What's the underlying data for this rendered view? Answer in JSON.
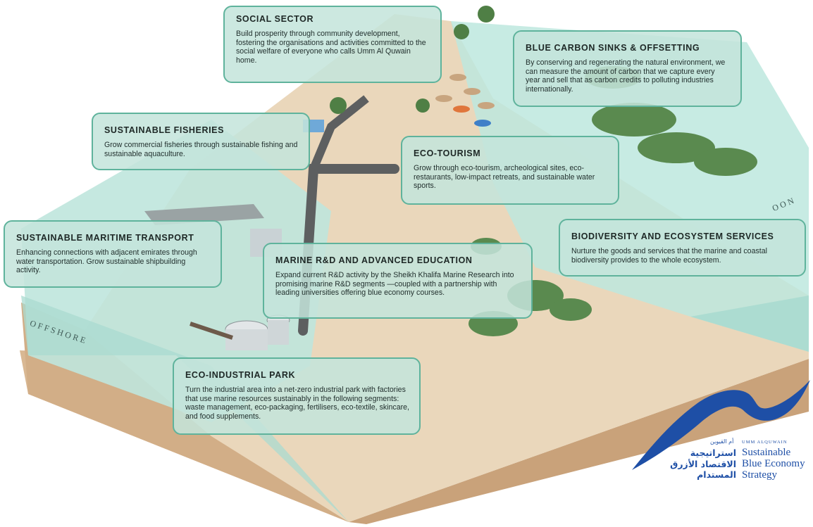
{
  "cards": [
    {
      "id": "social",
      "title": "SOCIAL SECTOR",
      "text": "Build prosperity through community development, fostering the organisations and activities committed to the social welfare of everyone who calls Umm Al Quwain home."
    },
    {
      "id": "bluecarbon",
      "title": "BLUE CARBON SINKS & OFFSETTING",
      "text": "By conserving and regenerating the natural environment, we can measure the amount of carbon that we capture every year and sell that as carbon credits to polluting industries internationally."
    },
    {
      "id": "fisheries",
      "title": "SUSTAINABLE FISHERIES",
      "text": "Grow commercial fisheries through sustainable fishing and sustainable aquaculture."
    },
    {
      "id": "ecotourism",
      "title": "ECO-TOURISM",
      "text": "Grow through eco-tourism, archeological sites, eco-restaurants, low-impact retreats, and sustainable water sports."
    },
    {
      "id": "maritime",
      "title": "SUSTAINABLE MARITIME TRANSPORT",
      "text": "Enhancing connections with adjacent emirates through water transportation. Grow sustainable shipbuilding activity."
    },
    {
      "id": "biodiversity",
      "title": "BIODIVERSITY AND ECOSYSTEM SERVICES",
      "text": "Nurture the goods and services that the marine and coastal biodiversity provides to the whole ecosystem."
    },
    {
      "id": "marine",
      "title": "MARINE R&D AND ADVANCED EDUCATION",
      "text": "Expand current R&D activity by the Sheikh Khalifa Marine Research into promising marine R&D segments —coupled with a partnership with leading universities offering blue economy courses."
    },
    {
      "id": "industrial",
      "title": "ECO-INDUSTRIAL PARK",
      "text": "Turn the industrial area into a net-zero industrial park with factories that use marine resources sustainably in the following segments: waste management, eco-packaging, fertilisers, eco-textile, skincare, and food supplements."
    }
  ],
  "zones": {
    "offshore": "OFFSHORE",
    "lagoon": "OON"
  },
  "logo": {
    "arabic_small": "أم القيوين",
    "english_small": "UMM ALQUWAIN",
    "arabic_lines": [
      "استراتيجية",
      "الاقتصاد الأزرق",
      "المستدام"
    ],
    "english_lines": [
      "Sustainable",
      "Blue Economy",
      "Strategy"
    ],
    "brand_color": "#1e4fa6"
  },
  "colors": {
    "card_border": "#5fb39c",
    "water": "#b5e3da",
    "sand": "#e9d3b5",
    "soil": "#d8b58f"
  }
}
